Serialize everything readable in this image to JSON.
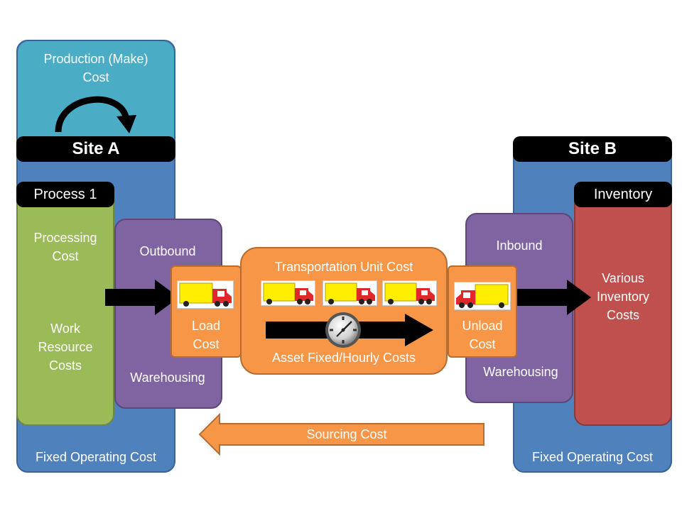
{
  "site_a": {
    "production_cost": "Production (Make) Cost",
    "title": "Site A",
    "process_header": "Process 1",
    "processing_cost": "Processing Cost",
    "work_resource_costs": "Work Resource Costs",
    "outbound": "Outbound",
    "warehousing": "Warehousing",
    "load_cost": "Load Cost",
    "fixed_operating_cost": "Fixed Operating Cost"
  },
  "transport": {
    "unit_cost": "Transportation Unit Cost",
    "asset_costs": "Asset Fixed/Hourly Costs"
  },
  "site_b": {
    "title": "Site B",
    "inventory_header": "Inventory",
    "inbound": "Inbound",
    "warehousing": "Warehousing",
    "unload_cost": "Unload Cost",
    "inventory_costs": "Various Inventory Costs",
    "fixed_operating_cost": "Fixed Operating Cost"
  },
  "sourcing_cost": "Sourcing Cost",
  "icons": {
    "truck": "truck-icon",
    "clock": "clock-icon",
    "arrow": "arrow-right-icon",
    "curved_arrow": "curved-arrow-icon"
  },
  "colors": {
    "site": "#4f81bd",
    "production": "#4bacc6",
    "process": "#9bbb59",
    "warehouse": "#8064a2",
    "inventory": "#c0504d",
    "transport": "#f79646",
    "header": "#000000"
  }
}
